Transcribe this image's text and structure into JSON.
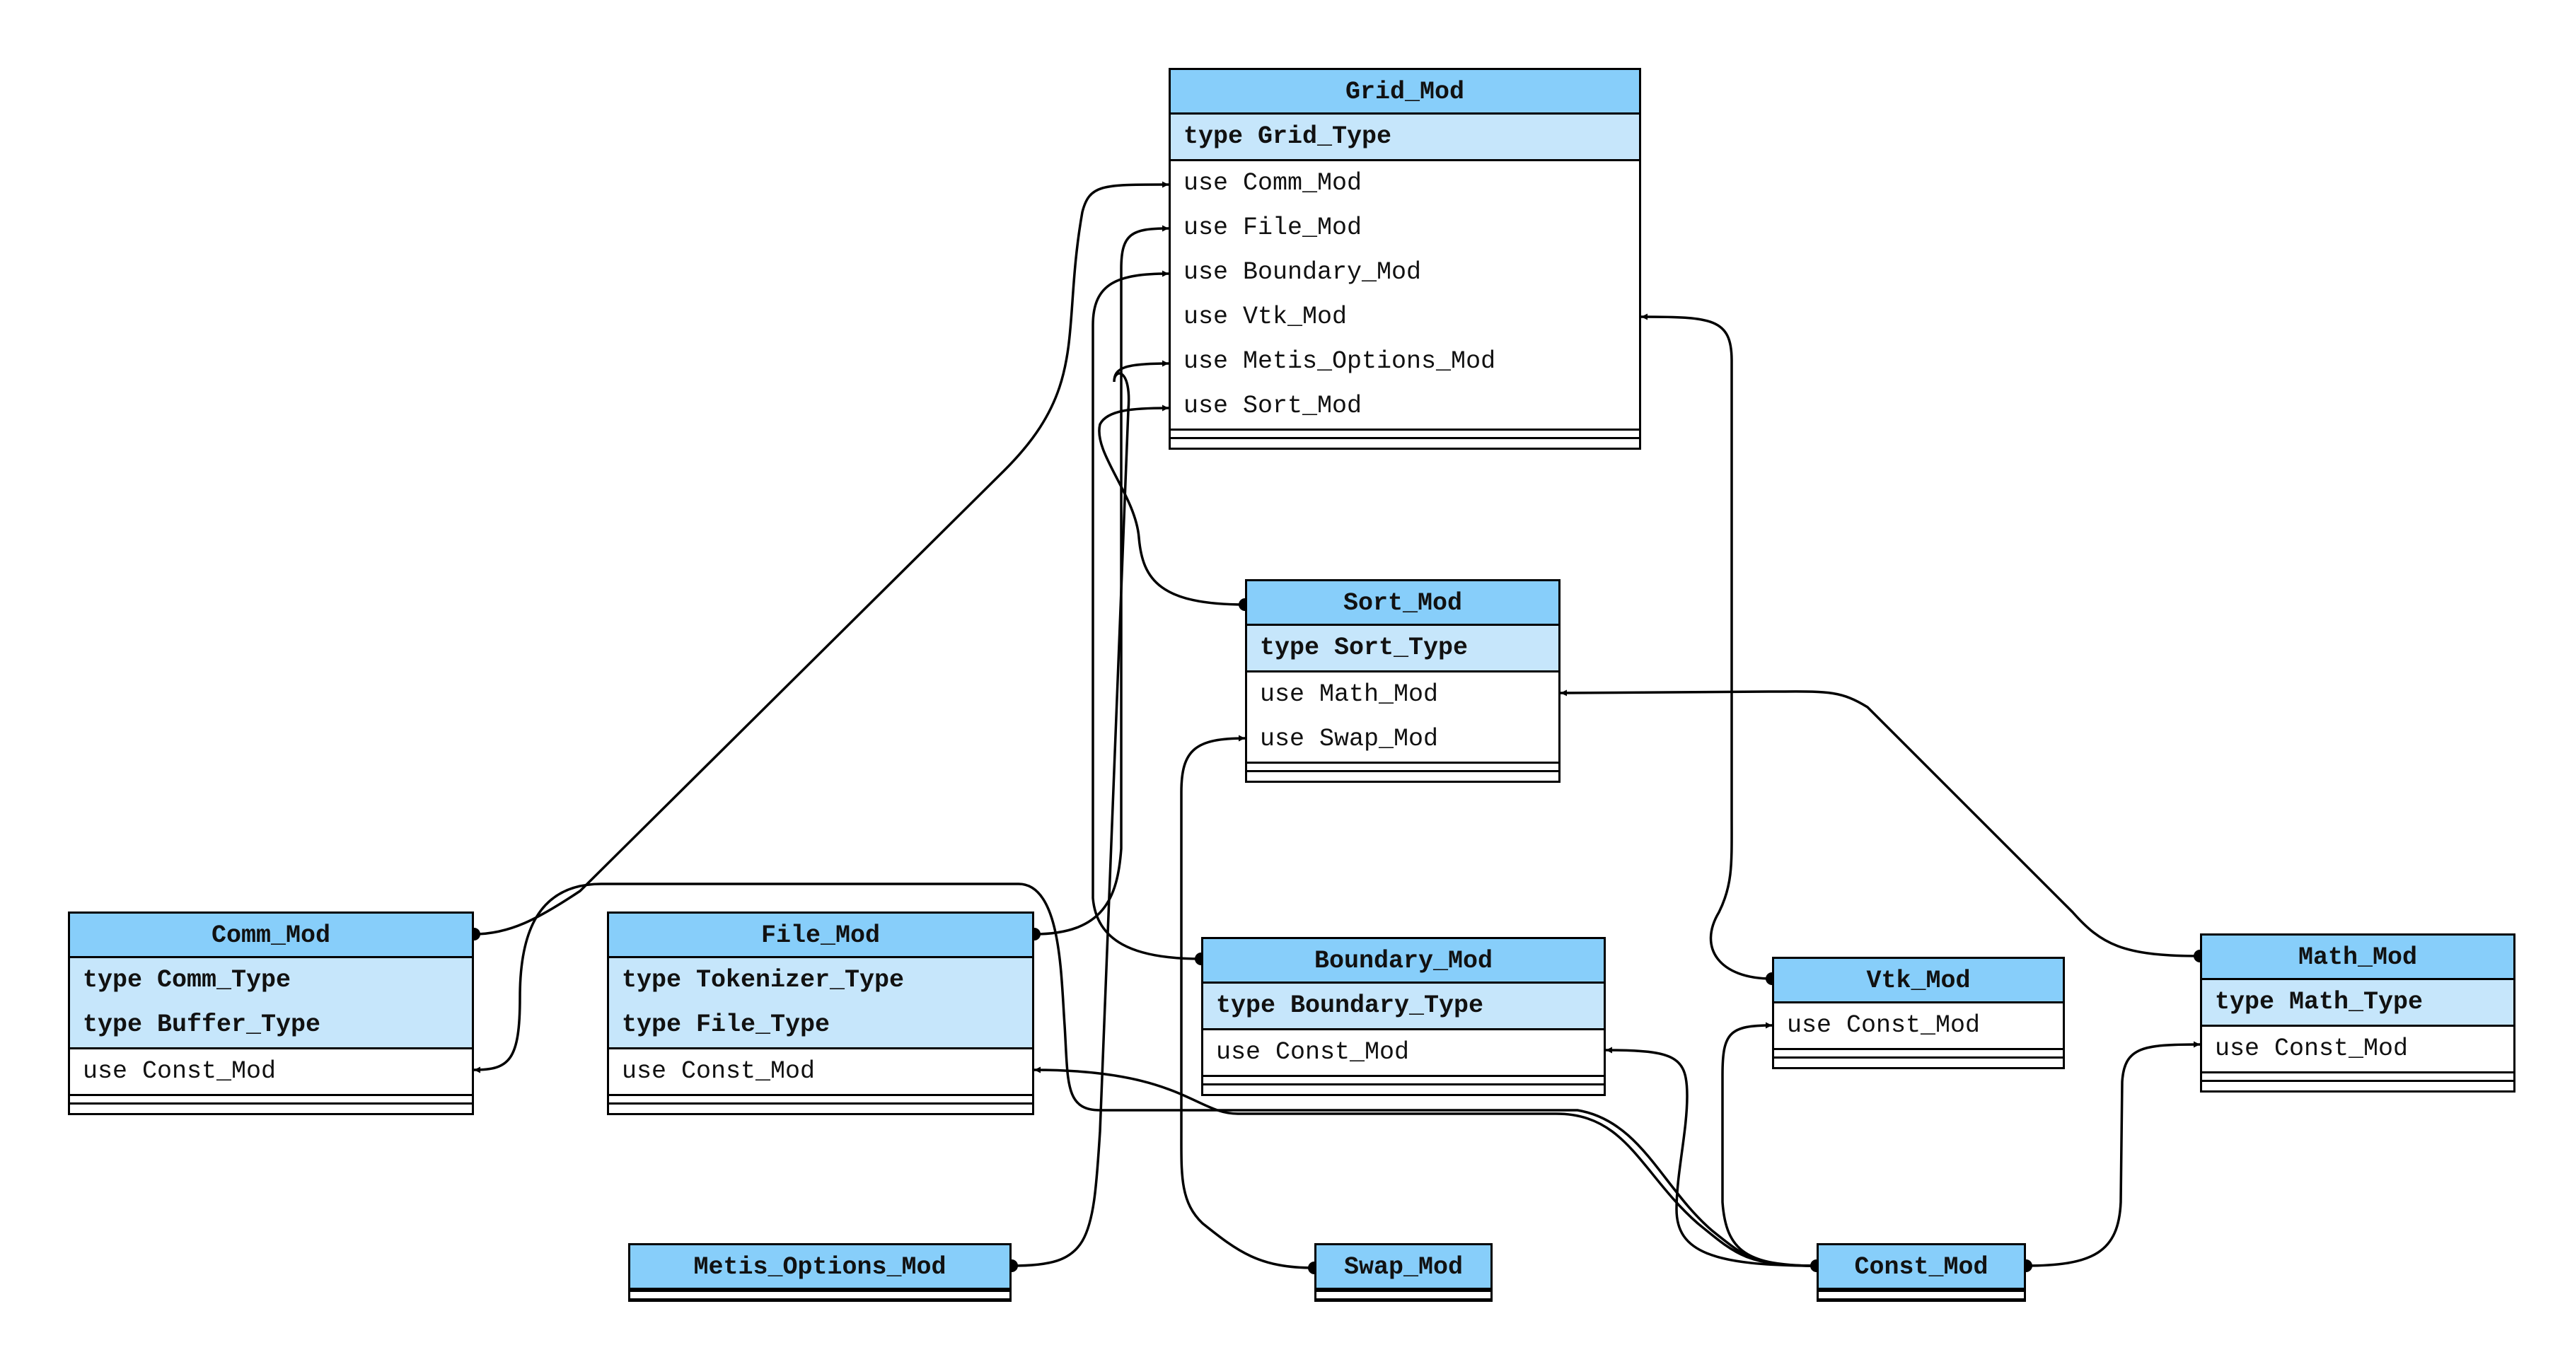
{
  "colors": {
    "header": "#87cefa",
    "types_section": "#c6e6fb",
    "uses_section": "#ffffff",
    "edge": "#000000"
  },
  "nodes": {
    "grid_mod": {
      "name": "Grid_Mod",
      "types": [
        "type Grid_Type"
      ],
      "uses": [
        "use Comm_Mod",
        "use File_Mod",
        "use Boundary_Mod",
        "use Vtk_Mod",
        "use Metis_Options_Mod",
        "use Sort_Mod"
      ]
    },
    "sort_mod": {
      "name": "Sort_Mod",
      "types": [
        "type Sort_Type"
      ],
      "uses": [
        "use Math_Mod",
        "use Swap_Mod"
      ]
    },
    "comm_mod": {
      "name": "Comm_Mod",
      "types": [
        "type Comm_Type",
        "type Buffer_Type"
      ],
      "uses": [
        "use Const_Mod"
      ]
    },
    "file_mod": {
      "name": "File_Mod",
      "types": [
        "type Tokenizer_Type",
        "type File_Type"
      ],
      "uses": [
        "use Const_Mod"
      ]
    },
    "boundary_mod": {
      "name": "Boundary_Mod",
      "types": [
        "type Boundary_Type"
      ],
      "uses": [
        "use Const_Mod"
      ]
    },
    "vtk_mod": {
      "name": "Vtk_Mod",
      "types": [],
      "uses": [
        "use Const_Mod"
      ]
    },
    "math_mod": {
      "name": "Math_Mod",
      "types": [
        "type Math_Type"
      ],
      "uses": [
        "use Const_Mod"
      ]
    },
    "metis_options_mod": {
      "name": "Metis_Options_Mod",
      "types": [],
      "uses": []
    },
    "swap_mod": {
      "name": "Swap_Mod",
      "types": [],
      "uses": []
    },
    "const_mod": {
      "name": "Const_Mod",
      "types": [],
      "uses": []
    }
  },
  "edges": [
    {
      "from": "Comm_Mod",
      "to": "Grid_Mod",
      "label": "use Comm_Mod"
    },
    {
      "from": "File_Mod",
      "to": "Grid_Mod",
      "label": "use File_Mod"
    },
    {
      "from": "Boundary_Mod",
      "to": "Grid_Mod",
      "label": "use Boundary_Mod"
    },
    {
      "from": "Vtk_Mod",
      "to": "Grid_Mod",
      "label": "use Vtk_Mod"
    },
    {
      "from": "Metis_Options_Mod",
      "to": "Grid_Mod",
      "label": "use Metis_Options_Mod"
    },
    {
      "from": "Sort_Mod",
      "to": "Grid_Mod",
      "label": "use Sort_Mod"
    },
    {
      "from": "Math_Mod",
      "to": "Sort_Mod",
      "label": "use Math_Mod"
    },
    {
      "from": "Swap_Mod",
      "to": "Sort_Mod",
      "label": "use Swap_Mod"
    },
    {
      "from": "Const_Mod",
      "to": "Comm_Mod",
      "label": "use Const_Mod"
    },
    {
      "from": "Const_Mod",
      "to": "File_Mod",
      "label": "use Const_Mod"
    },
    {
      "from": "Const_Mod",
      "to": "Boundary_Mod",
      "label": "use Const_Mod"
    },
    {
      "from": "Const_Mod",
      "to": "Vtk_Mod",
      "label": "use Const_Mod"
    },
    {
      "from": "Const_Mod",
      "to": "Math_Mod",
      "label": "use Const_Mod"
    }
  ]
}
